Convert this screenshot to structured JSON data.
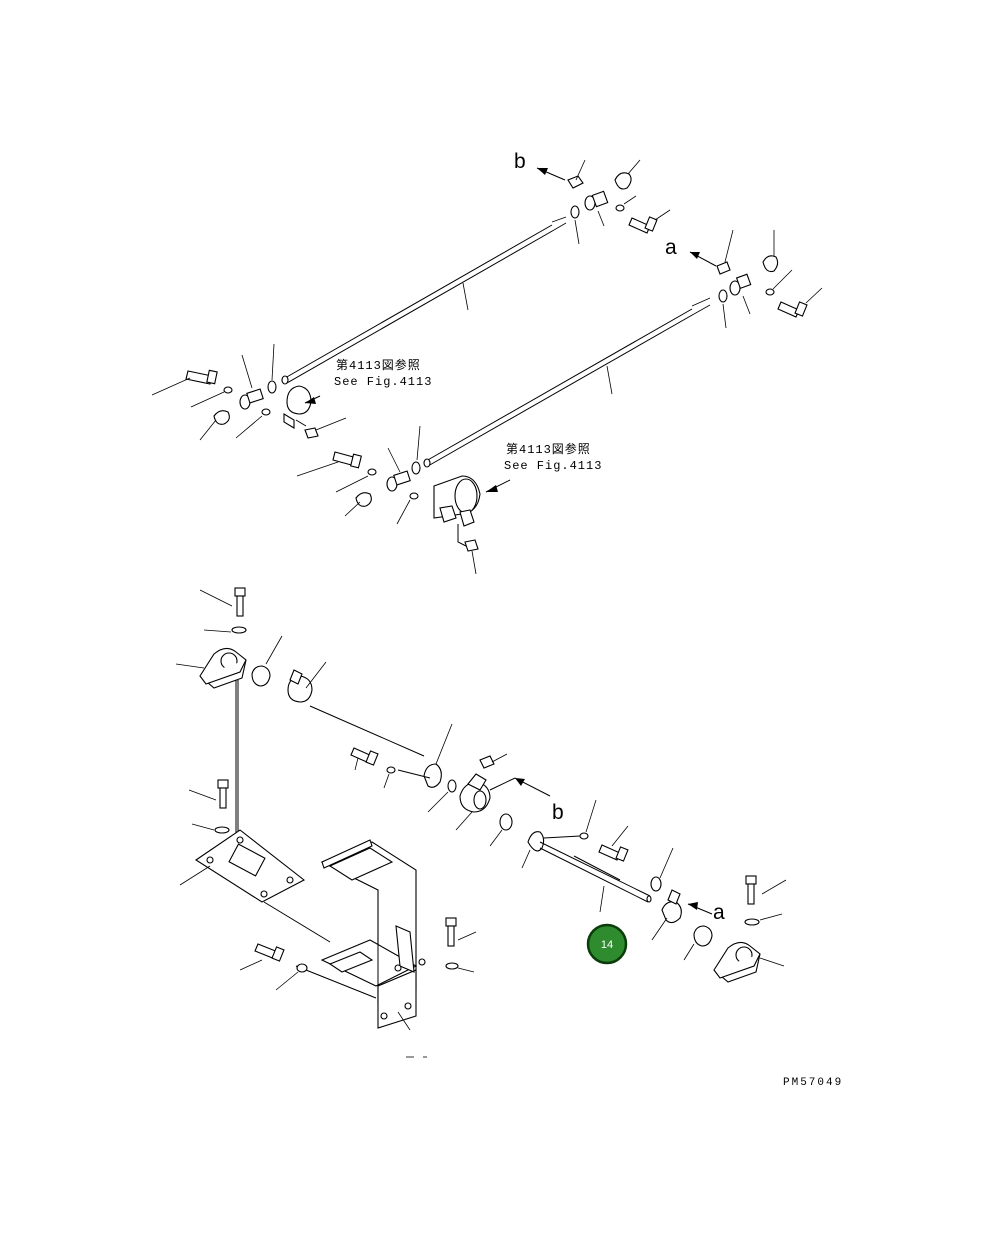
{
  "references": {
    "ref1_jp": "第4113図参照",
    "ref1_en": "See Fig.4113",
    "ref2_jp": "第4113図参照",
    "ref2_en": "See Fig.4113"
  },
  "arrow_labels": {
    "b_top": "b",
    "a_top": "a",
    "b_bottom": "b",
    "a_bottom": "a"
  },
  "callout": {
    "number": "14",
    "color": "#2e8b2e",
    "border_color": "#0a3d0a"
  },
  "drawing_number": "PM57049",
  "icons": [
    "bolt-icon",
    "washer-icon",
    "nut-icon",
    "bushing-icon",
    "bracket-icon",
    "pillow-block-icon",
    "rod-icon",
    "shaft-icon"
  ]
}
